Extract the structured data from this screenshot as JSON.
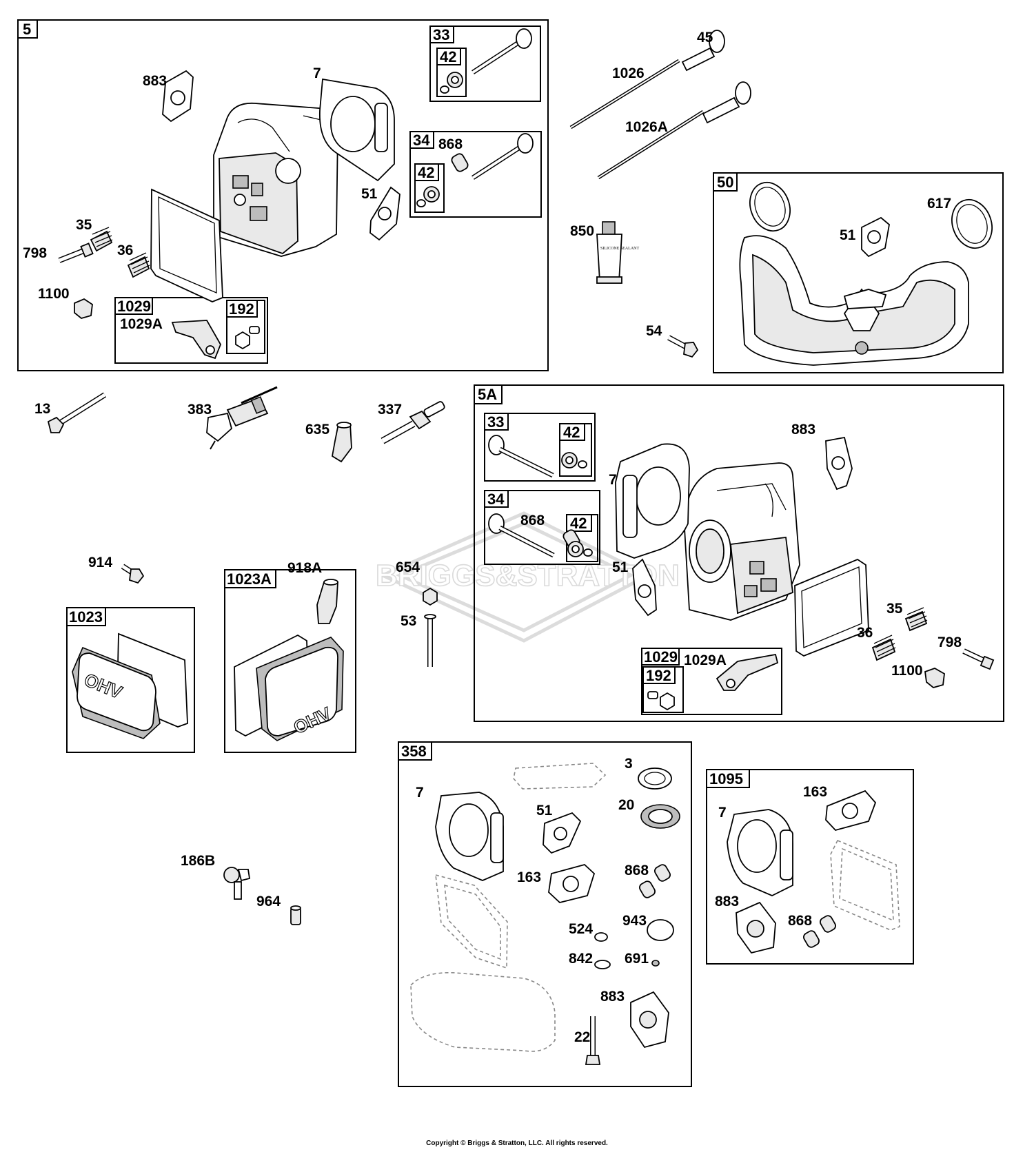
{
  "groups": {
    "g5": "5",
    "g33a": "33",
    "g42a": "42",
    "g34a": "34",
    "g42b": "42",
    "g1029a": "1029",
    "g192a": "192",
    "g50": "50",
    "g5A": "5A",
    "g33b": "33",
    "g42c": "42",
    "g34b": "34",
    "g42d": "42",
    "g1029b": "1029",
    "g192b": "192",
    "g1023": "1023",
    "g1023A": "1023A",
    "g358": "358",
    "g1095": "1095"
  },
  "labels": {
    "p883_1": "883",
    "p7_1": "7",
    "p868_1": "868",
    "p51_1": "51",
    "p35_1": "35",
    "p798_1": "798",
    "p36_1": "36",
    "p1100_1": "1100",
    "p1029A_1": "1029A",
    "p45": "45",
    "p1026": "1026",
    "p1026A": "1026A",
    "p850": "850",
    "p51_2": "51",
    "p617": "617",
    "p54": "54",
    "p13": "13",
    "p383": "383",
    "p635": "635",
    "p337": "337",
    "p883_2": "883",
    "p7_2": "7",
    "p868_2": "868",
    "p51_3": "51",
    "p35_2": "35",
    "p36_2": "36",
    "p798_2": "798",
    "p1100_2": "1100",
    "p1029A_2": "1029A",
    "p914": "914",
    "p918A": "918A",
    "p654": "654",
    "p53": "53",
    "p186B": "186B",
    "p964": "964",
    "p3": "3",
    "p7_3": "7",
    "p51_4": "51",
    "p20": "20",
    "p163_1": "163",
    "p868_3": "868",
    "p524": "524",
    "p943": "943",
    "p842": "842",
    "p691": "691",
    "p883_3": "883",
    "p22": "22",
    "p163_2": "163",
    "p7_4": "7",
    "p883_4": "883",
    "p868_4": "868"
  },
  "watermark": "BRIGGS&STRATTON",
  "sealant_tube_text": "SILICONE SEALANT",
  "cover_text": "OHV",
  "copyright": "Copyright © Briggs & Stratton, LLC. All rights reserved."
}
